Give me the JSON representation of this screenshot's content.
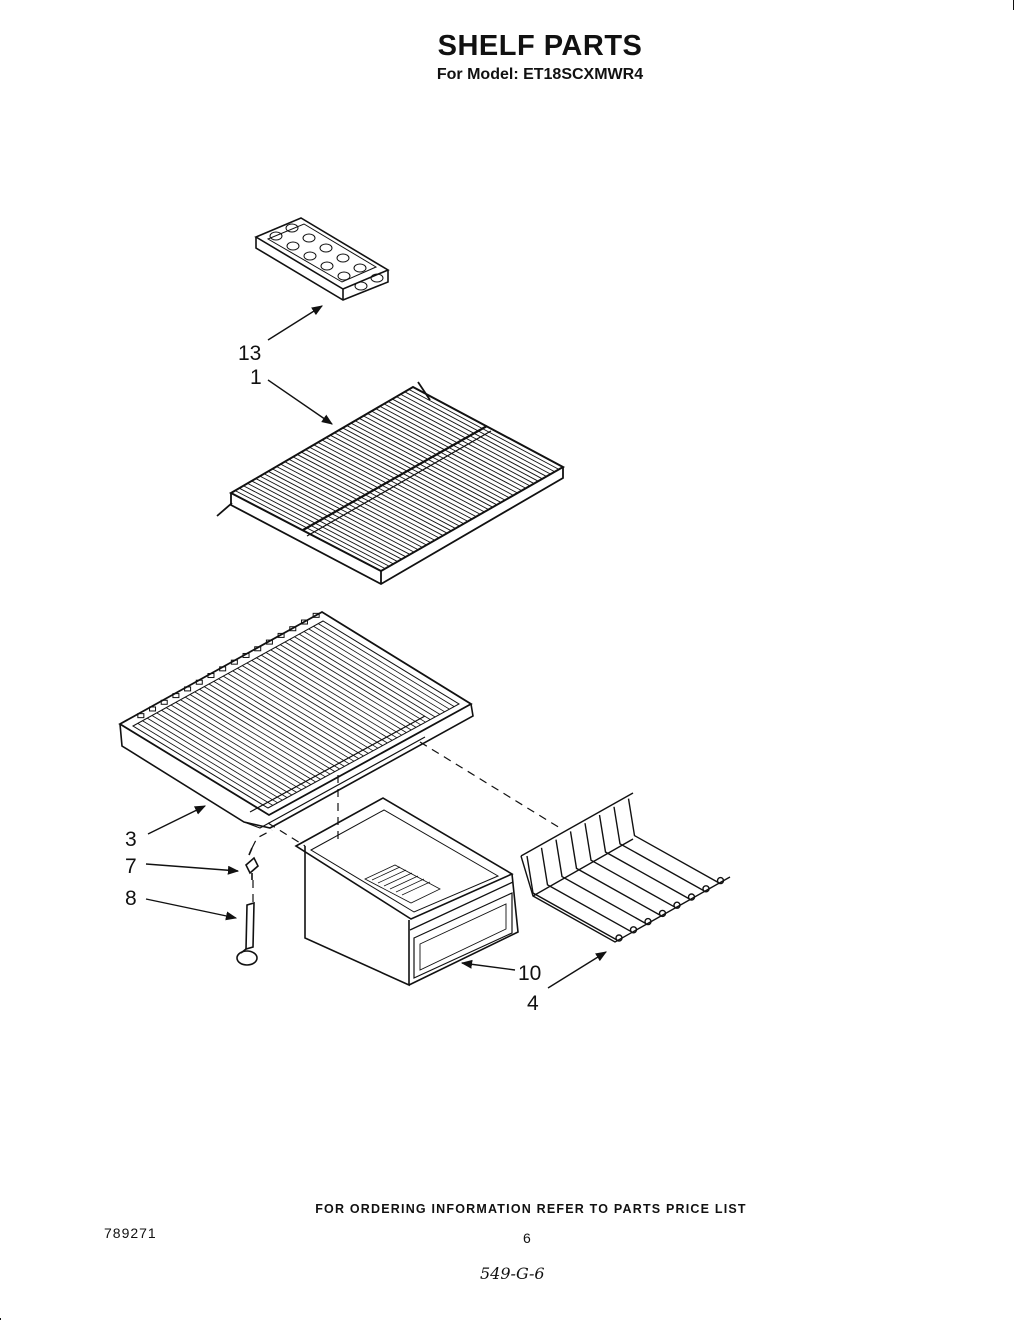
{
  "header": {
    "title": "SHELF PARTS",
    "subtitle": "For Model: ET18SCXMWR4"
  },
  "callouts": [
    {
      "id": "13",
      "label": "13"
    },
    {
      "id": "1",
      "label": "1"
    },
    {
      "id": "3",
      "label": "3"
    },
    {
      "id": "7",
      "label": "7"
    },
    {
      "id": "8",
      "label": "8"
    },
    {
      "id": "10",
      "label": "10"
    },
    {
      "id": "4",
      "label": "4"
    }
  ],
  "footer": {
    "ordering_note": "FOR ORDERING INFORMATION REFER TO PARTS PRICE LIST",
    "doc_number": "789271",
    "page_number": "6",
    "handwritten_code": "549-G-6"
  }
}
